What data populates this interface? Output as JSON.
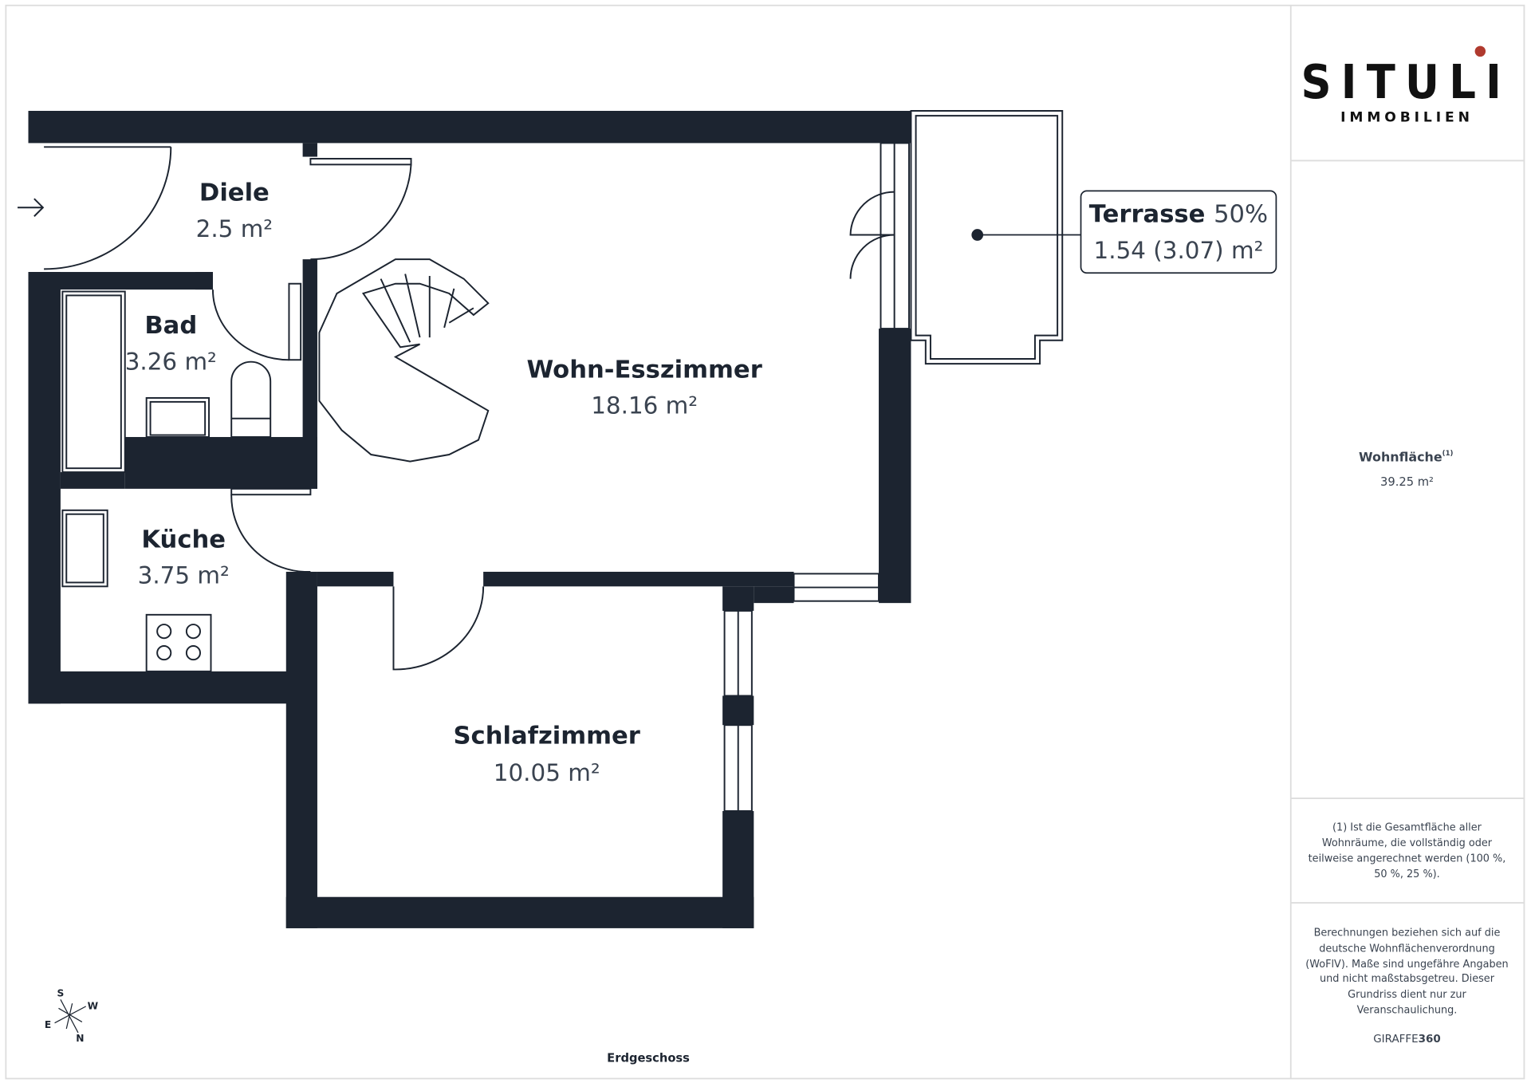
{
  "brand": {
    "name": "SITULI",
    "subtitle": "IMMOBILIEN",
    "accent": "#b03a2e"
  },
  "rooms": [
    {
      "name": "Diele",
      "area": "2.5 m²"
    },
    {
      "name": "Bad",
      "area": "3.26 m²"
    },
    {
      "name": "Küche",
      "area": "3.75 m²"
    },
    {
      "name": "Wohn-Esszimmer",
      "area": "18.16 m²"
    },
    {
      "name": "Schlafzimmer",
      "area": "10.05 m²"
    }
  ],
  "terrace": {
    "name": "Terrasse",
    "percent": "50%",
    "area": "1.54 (3.07) m²"
  },
  "summary": {
    "label": "Wohnfläche",
    "footnote_mark": "(1)",
    "value": "39.25 m²"
  },
  "footnote": [
    "(1) Ist die Gesamtfläche aller",
    "Wohnräume, die vollständig oder",
    "teilweise angerechnet werden (100 %,",
    "50 %, 25 %)."
  ],
  "disclaimer": [
    "Berechnungen beziehen sich auf die",
    "deutsche Wohnflächenverordnung",
    "(WoFlV). Maße sind ungefähre Angaben",
    "und nicht maßstabsgetreu. Dieser",
    "Grundriss dient nur zur",
    "Veranschaulichung."
  ],
  "credit": {
    "light": "GIRAFFE",
    "bold": "360"
  },
  "floor": "Erdgeschoss",
  "compass": {
    "s": "S",
    "w": "W",
    "e": "E",
    "n": "N"
  },
  "colors": {
    "wall": "#1c2430",
    "text": "#3a4350",
    "border": "#dddddd"
  }
}
